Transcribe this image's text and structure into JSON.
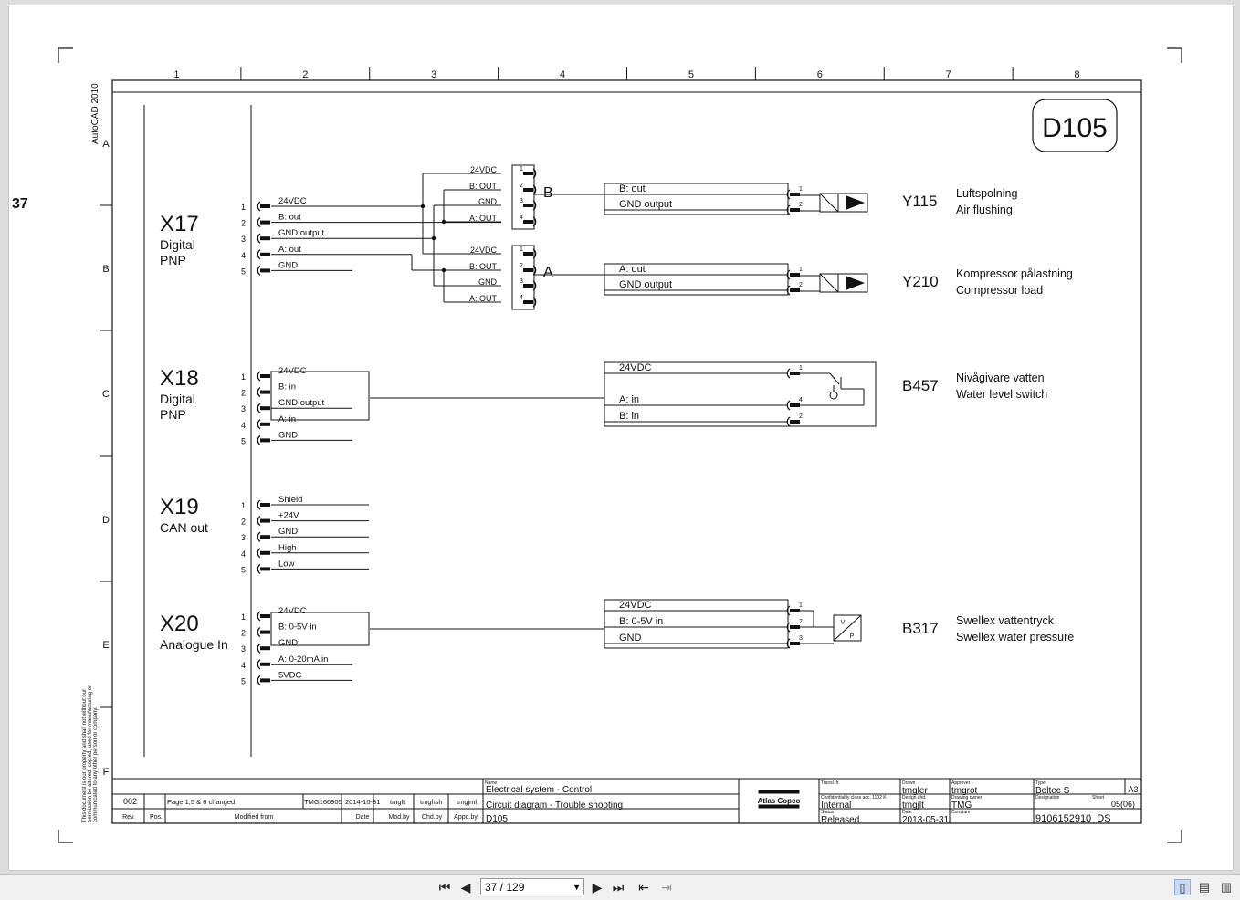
{
  "page_number": "37",
  "toolbar": {
    "first_icon": "⏮",
    "prev_icon": "◀",
    "page_value": "37 / 129",
    "next_icon": "▶",
    "last_icon": "⏭",
    "back_icon": "⇤",
    "forward_icon": "⇥",
    "view_single_icon": "▯",
    "view_continuous_icon": "▤",
    "view_facing_icon": "▥"
  },
  "sheet": {
    "columns": [
      "1",
      "2",
      "3",
      "4",
      "5",
      "6",
      "7",
      "8"
    ],
    "rows": [
      "A",
      "B",
      "C",
      "D",
      "E",
      "F"
    ],
    "software": "AutoCAD 2010",
    "code": "D105",
    "copyright": [
      "This document is our property and shall not without our",
      "permission be altered, copied, used for manufacturing or",
      "communicated to any other person or company."
    ]
  },
  "connectors": [
    {
      "id": "X17",
      "title": [
        "Digital",
        "PNP"
      ],
      "pins": [
        "24VDC",
        "B: out",
        "GND output",
        "A: out",
        "GND"
      ]
    },
    {
      "id": "X18",
      "title": [
        "Digital",
        "PNP"
      ],
      "pins": [
        "24VDC",
        "B: in",
        "GND output",
        "A: in",
        "GND"
      ]
    },
    {
      "id": "X19",
      "title": [
        "CAN out"
      ],
      "pins": [
        "Shield",
        "+24V",
        "GND",
        "High",
        "Low"
      ]
    },
    {
      "id": "X20",
      "title": [
        "Analogue In"
      ],
      "pins": [
        "24VDC",
        "B: 0-5V in",
        "GND",
        "A: 0-20mA in",
        "5VDC"
      ]
    }
  ],
  "splitters": {
    "pins_top": [
      "24VDC",
      "B: OUT",
      "GND",
      "A: OUT"
    ],
    "pins_bottom": [
      "24VDC",
      "B: OUT",
      "GND",
      "A: OUT"
    ],
    "pin_numbers": [
      "1",
      "2",
      "3",
      "4"
    ],
    "label_top": "B",
    "label_bottom": "A"
  },
  "devices": [
    {
      "id": "Y115",
      "cable": [
        "B: out",
        "GND output"
      ],
      "pins": [
        "1",
        "2"
      ],
      "desc": [
        "Luftspolning",
        "Air flushing"
      ]
    },
    {
      "id": "Y210",
      "cable": [
        "A: out",
        "GND output"
      ],
      "pins": [
        "1",
        "2"
      ],
      "desc": [
        "Kompressor pålastning",
        "Compressor load"
      ]
    },
    {
      "id": "B457",
      "cable": [
        "24VDC",
        "A: in",
        "B: in"
      ],
      "pins": [
        "1",
        "4",
        "2"
      ],
      "desc": [
        "Nivågivare vatten",
        "Water level switch"
      ]
    },
    {
      "id": "B317",
      "cable": [
        "24VDC",
        "B: 0-5V in",
        "GND"
      ],
      "pins": [
        "1",
        "2",
        "3"
      ],
      "desc": [
        "Swellex vattentryck",
        "Swellex water pressure"
      ],
      "symbol": [
        "V",
        "P"
      ]
    }
  ],
  "pin_numbers": [
    "1",
    "2",
    "3",
    "4",
    "5"
  ],
  "title_block": {
    "rev_headers": [
      "Rev.",
      "Pos.",
      "Modified from",
      "Date",
      "Mod.by",
      "Chd.by",
      "Appd.by"
    ],
    "rev_row": [
      "002",
      "",
      "Page 1,5 & 6 changed",
      "TMG166905",
      "2014-10-31",
      "tmglt",
      "tmghsh",
      "tmgjml"
    ],
    "name_label": "Name",
    "name": [
      "Electrical system - Control",
      "Circuit diagram - Trouble shooting",
      "D105"
    ],
    "logo": "Atlas Copco",
    "transl_label": "Transl. fr.",
    "conf_label": "Confidentiality class acc. 1102 K",
    "conf_value": "Internal",
    "status_label": "Status",
    "status_value": "Released",
    "drawn_label": "Drawn",
    "drawn_value": "tmgler",
    "design_chd_label": "Design chd.",
    "design_chd_value": "tmgjlt",
    "date_label": "Date",
    "date_value": "2013-05-31",
    "approver_label": "Approver",
    "approver_value": "tmgrot",
    "owner_label": "Drawing owner",
    "owner_value": "TMG",
    "compare_label": "Compare",
    "type_label": "Type",
    "type_value": "Boltec S",
    "size": "A3",
    "designation_label": "Designation",
    "sheet_label": "Sheet",
    "sheet_value": "05(06)",
    "number": "9106152910_DS"
  }
}
